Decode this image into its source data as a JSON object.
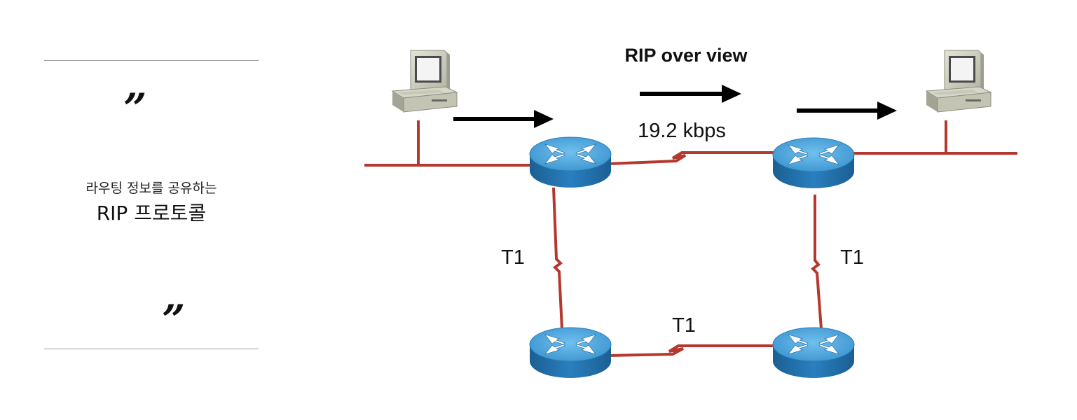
{
  "quote_panel": {
    "open_quote": "”",
    "close_quote": "”",
    "subtitle": "라우팅 정보를 공유하는",
    "title": "RIP 프로토콜"
  },
  "diagram": {
    "heading": "RIP over view",
    "wan_link_top": "19.2 kbps",
    "link_left": "T1",
    "link_right": "T1",
    "link_bottom": "T1",
    "colors": {
      "link": "#b5382f",
      "router_top": "#4ba3da",
      "router_side": "#1f6da5",
      "computer_body": "#cfcfc0",
      "arrow": "#000000"
    },
    "icons": [
      "computer-icon",
      "router-icon",
      "arrow-right-icon",
      "serial-link-icon"
    ]
  }
}
